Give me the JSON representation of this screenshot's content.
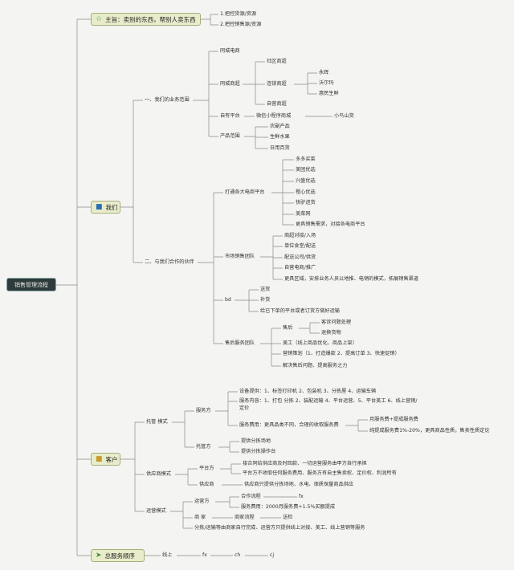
{
  "root": "销售管理流程",
  "l1": {
    "main": {
      "label": "主旨：卖别的东西，帮别人卖东西",
      "icon": "star-icon",
      "children": [
        "1.把控货源/资源",
        "2.把控销售源/资源"
      ]
    },
    "us": {
      "label": "我们",
      "icon": "flag-icon"
    },
    "customers": {
      "label": "客户",
      "icon": "folder-icon"
    },
    "order": {
      "label": "总服务顺序",
      "icon": "send-icon"
    }
  },
  "us": {
    "scope": {
      "label": "一、我们的业务范围",
      "same_city_ecom": "同城电商",
      "same_city_biz": {
        "label": "同城商超",
        "community": "社区商超",
        "chain": {
          "label": "连锁商超",
          "items": [
            "永辉",
            "沃尔玛",
            "惠民生鲜"
          ]
        },
        "own": "自营商超"
      },
      "own_platform": {
        "label": "自有平台",
        "wechat": "微信小程序商城",
        "xiaoniao": "小鸟山货"
      },
      "products": {
        "label": "产品范围",
        "items": [
          "农副产品",
          "生鲜水果",
          "日用百货"
        ]
      }
    },
    "partners": {
      "label": "二、与我们合作的伙伴",
      "ecom": {
        "label": "打通各大电商平台",
        "items": [
          "多多买菜",
          "美团优选",
          "兴盛优选",
          "橙心优选",
          "快驴进货",
          "美菜网",
          "更具销售需求，对接各电商平台"
        ]
      },
      "market": {
        "label": "市场销售团队",
        "items": [
          "商超对接/入场",
          "单位食堂/配送",
          "配送公司/供货",
          "自营电商/推广",
          "更具区域，安排业务人员以地推、电销的模式，拓展销售渠道"
        ]
      },
      "bd": {
        "label": "bd",
        "items": [
          "送货",
          "补货",
          "给已下单的平台或者订货方做好运输"
        ]
      },
      "after": {
        "label": "售后服务团队",
        "aftersale": {
          "label": "售后",
          "items": [
            "客诉问题处理",
            "退换货物"
          ]
        },
        "items": [
          "美工（线上商品优化、商品上架）",
          "营销策划（1、打造爆款 2、提高订单 3、快速促销）",
          "解决售后问题、提高服务之力"
        ]
      }
    }
  },
  "customers": {
    "hosting": {
      "label": "托管 模式",
      "service": {
        "label": "服务方",
        "equipment": "设备提供：1、标签打印机 2、包装机 3、分拣屋 4、运输车辆",
        "content_1": "服务内容：1、打包 分拣 2、装配运输 4、平台运营、5、平台美工 6、线上营销/",
        "content_2": "定价",
        "fee": {
          "label": "服务费用：更具品类不同，合理的收取服务费",
          "items": [
            "月服务费+提成服务费",
            "纯提成服务费1%-20%，更具商品性质，售卖性质定论"
          ]
        }
      },
      "consigner": {
        "label": "托管方",
        "items": [
          "提供分拣场地",
          "提供分拣操作台"
        ]
      }
    },
    "supplier": {
      "label": "供应商模式",
      "platform": {
        "label": "平台方",
        "items": [
          "接合同给供应商及时回款、一切运营服务由甲方自行承担",
          "平台方不收取任何服务费用、服务方有自主售卖权、定价权、利润所有"
        ]
      },
      "vendor": {
        "label": "供应商",
        "detail": "供应商只提供分拣场地、水电、保质保量商品供应"
      }
    },
    "ops": {
      "label": "运营模式",
      "operator": {
        "label": "运营方",
        "coop": "合作流程",
        "fx": "fx",
        "fee": "服务费用：2000月服务费+1.5%买额提成"
      },
      "merchant": {
        "label": "商 家",
        "flow": "商家流程",
        "check": "送检"
      },
      "note": "分拣/运输等由商家自行完成、运营方只提供线上对接、美工、线上营销等服务"
    }
  },
  "order": [
    "线上",
    "fx",
    "ch",
    "cj"
  ]
}
